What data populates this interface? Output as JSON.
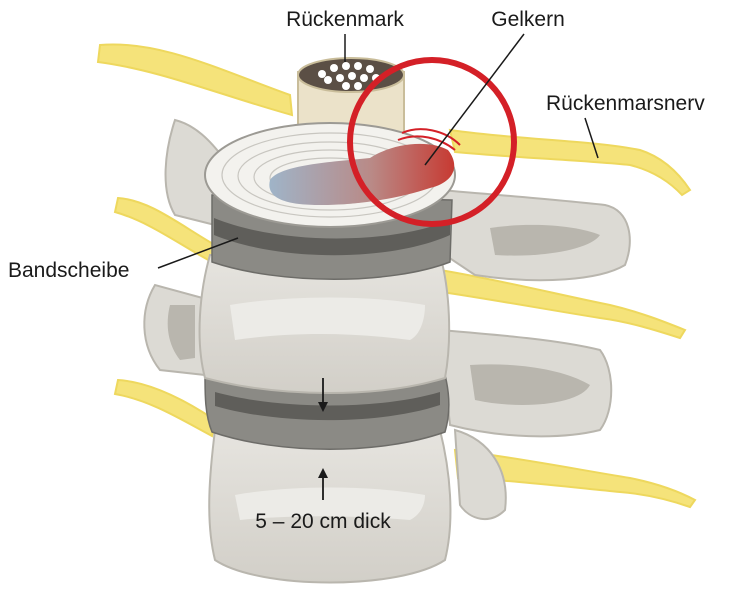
{
  "labels": {
    "spinal_cord": "Rückenmark",
    "nucleus": "Gelkern",
    "spinal_nerve": "Rückenmarsnerv",
    "disc": "Bandscheibe",
    "thickness": "5 – 20 cm dick"
  },
  "colors": {
    "bone": "#dcdad4",
    "bone_shadow": "#b9b6ae",
    "disc_dark": "#8b8a85",
    "nerve": "#f5e37a",
    "highlight": "#d42027",
    "nucleus_red": "#c73a32",
    "nucleus_blue": "#9fb4c8"
  },
  "icons": [
    "arrow-down-icon",
    "arrow-up-icon",
    "highlight-circle-icon"
  ]
}
